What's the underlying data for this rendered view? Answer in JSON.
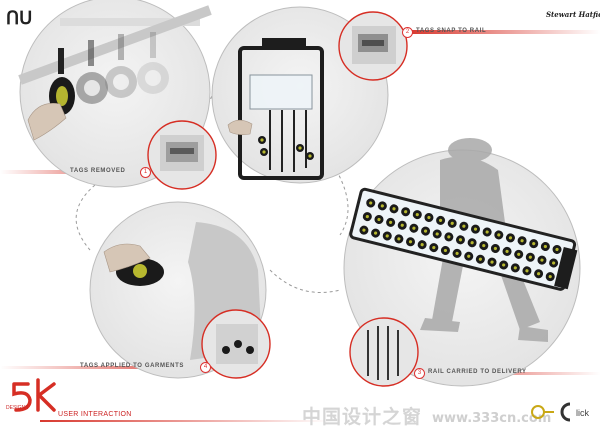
{
  "header": {
    "corner_mark": "ՈՍ",
    "signature_text": "Stewart Hatfield"
  },
  "steps": [
    {
      "number": "1",
      "label": "TAGS REMOVED"
    },
    {
      "number": "2",
      "label": "TAGS SNAP TO RAIL"
    },
    {
      "number": "3",
      "label": "RAIL CARRIED TO DELIVERY"
    },
    {
      "number": "4",
      "label": "TAGS APPLIED TO GARMENTS"
    }
  ],
  "footer": {
    "title": "USER INTERACTION",
    "brand_sub": "DESIGNS",
    "watermark_cn": "中国设计之窗",
    "watermark_url": "www.333cn.com",
    "logo_text": "lick"
  },
  "colors": {
    "accent": "#d62e24",
    "circle_fill": "#ededed",
    "circle_stroke": "#bbbbbb",
    "dark": "#1a1a1a"
  }
}
